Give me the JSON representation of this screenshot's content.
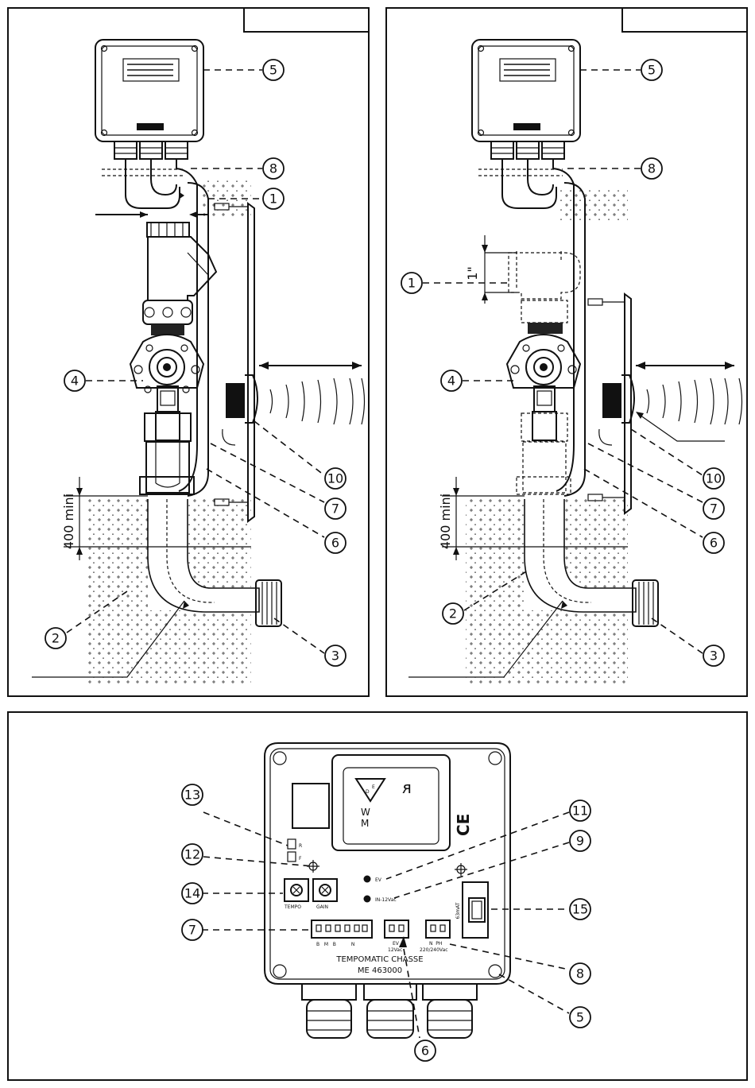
{
  "panel_left": {
    "dimension_400": "400 mini",
    "callouts": [
      "5",
      "8",
      "1",
      "4",
      "10",
      "7",
      "6",
      "2",
      "3"
    ]
  },
  "panel_right": {
    "dimension_400": "400 mini",
    "dimension_1in": "1\"",
    "callouts": [
      "5",
      "8",
      "1",
      "4",
      "10",
      "7",
      "6",
      "2",
      "3"
    ]
  },
  "board": {
    "callouts": [
      "13",
      "12",
      "14",
      "7",
      "11",
      "9",
      "15",
      "8",
      "5",
      "6"
    ],
    "switch_r": "R",
    "switch_f": "F",
    "led_ev": "EV",
    "led_in": "IN-12Vac",
    "pot_tempo": "TEMPO",
    "pot_gain": "GAIN",
    "terminal_pins": "B   M   B          N",
    "ev_conn_top": "EV",
    "ev_conn_bottom": "12Vac",
    "power_conn_top": "N  PH",
    "power_conn_bottom": "220/240Vac",
    "fuse": "63mAT",
    "title_1": "TEMPOMATIC CHASSE",
    "title_2": "ME 463000",
    "ce": "CE"
  }
}
